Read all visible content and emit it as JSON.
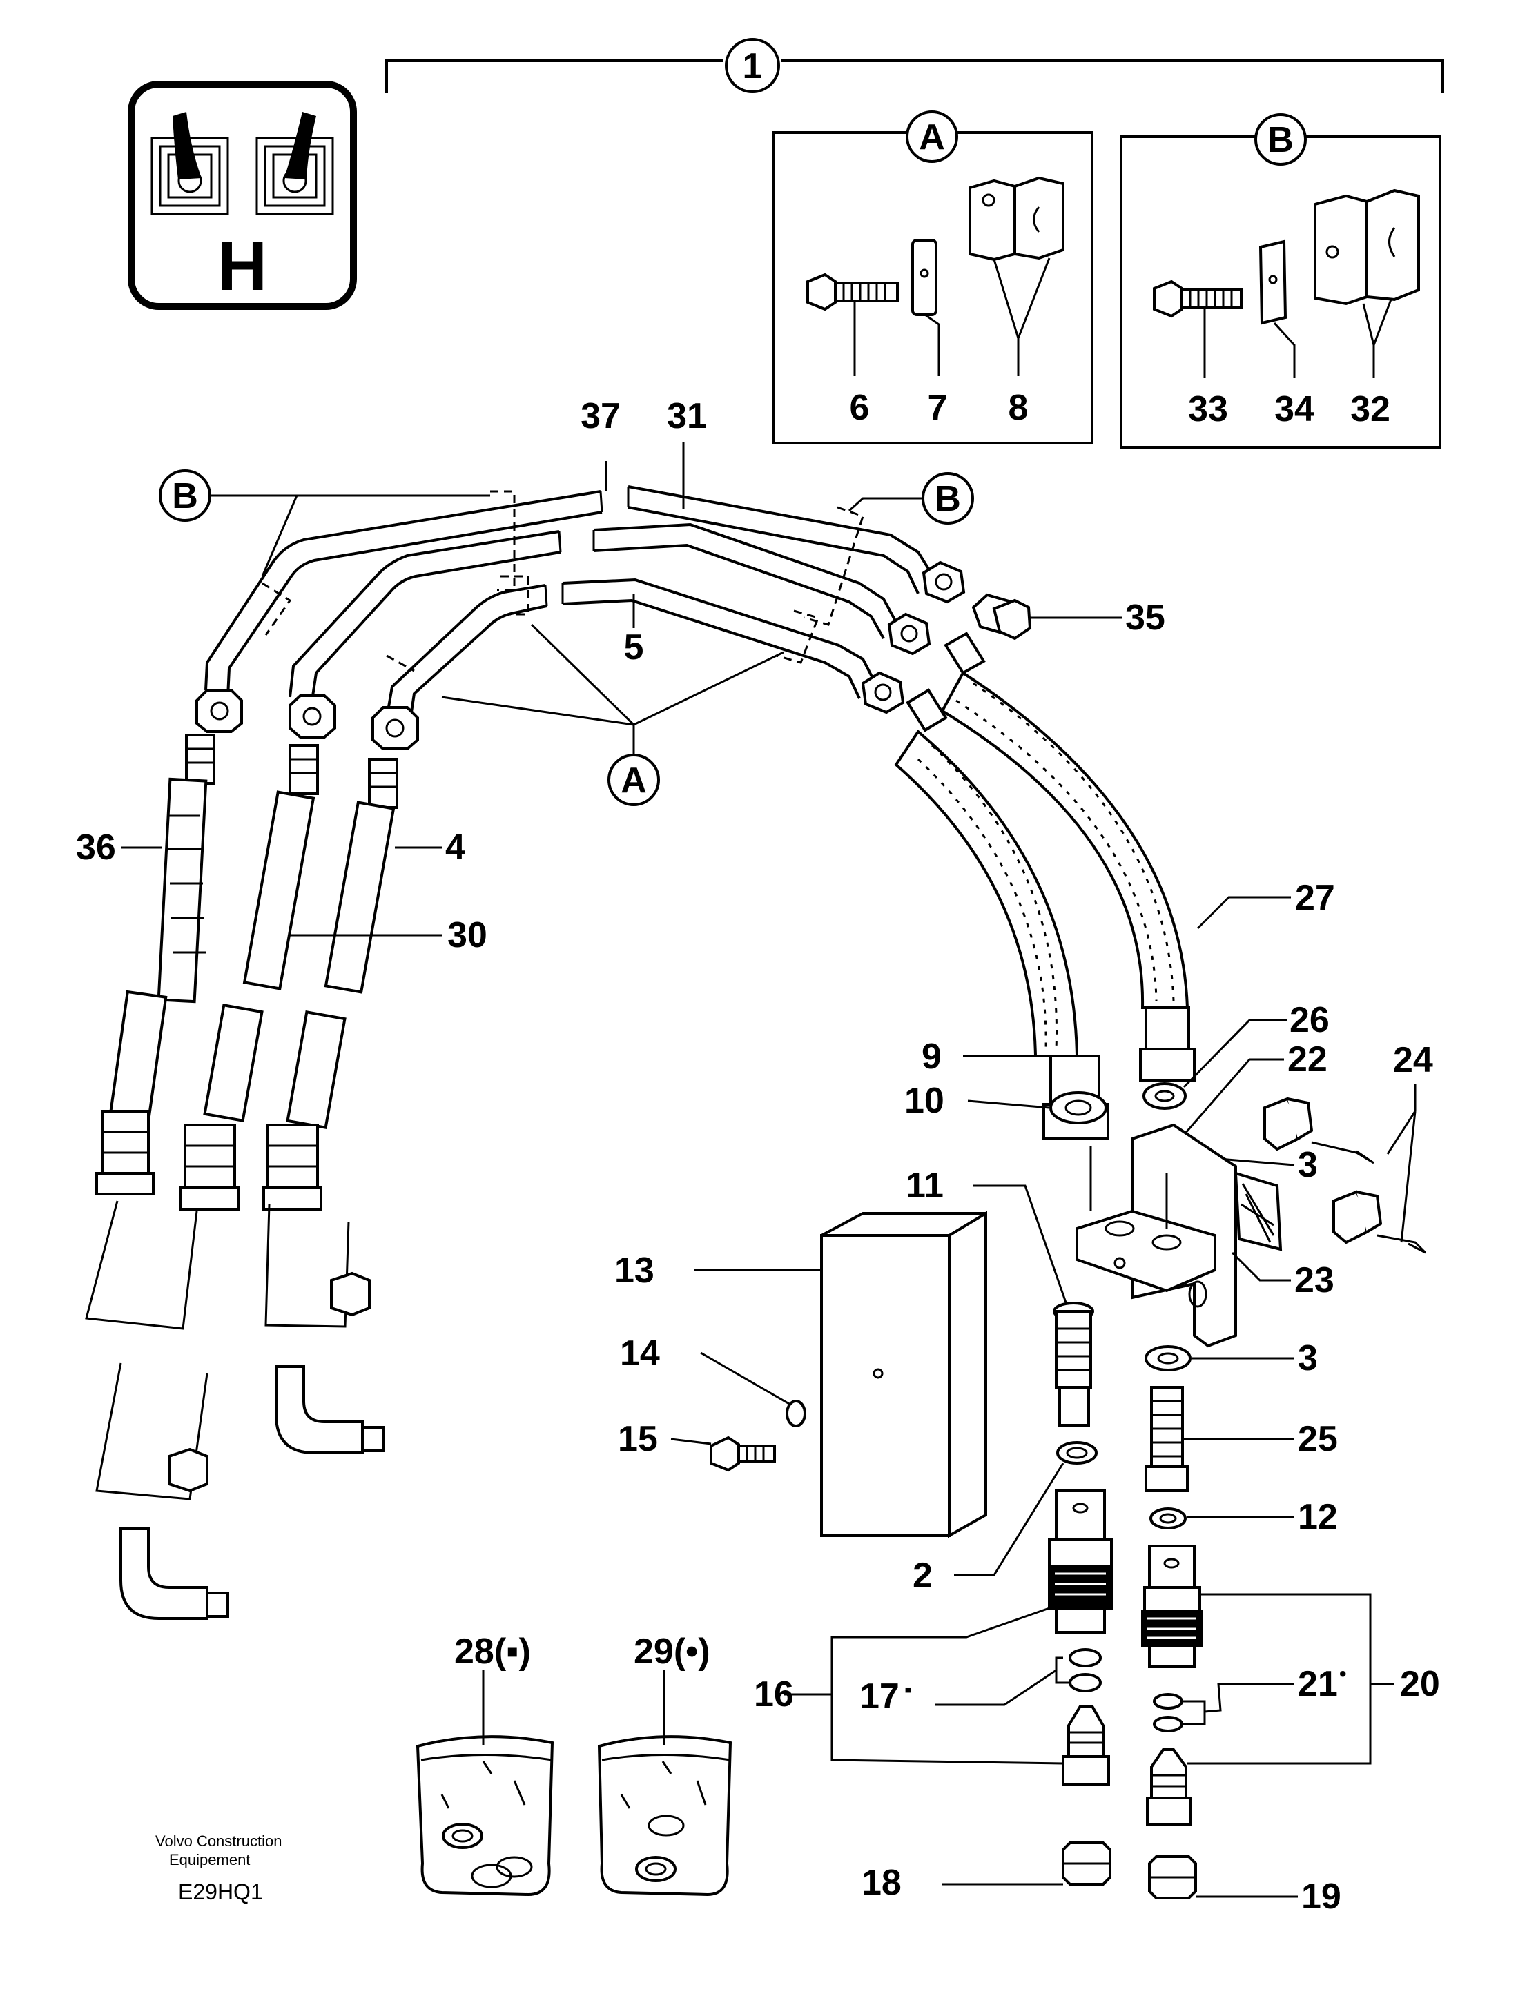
{
  "title_callout": "1",
  "operator_symbol": {
    "letter": "H",
    "icon": "dual-joystick-icon"
  },
  "detail_a": {
    "letter": "A",
    "labels": [
      "6",
      "7",
      "8"
    ]
  },
  "detail_b": {
    "letter": "B",
    "labels": [
      "33",
      "34",
      "32"
    ]
  },
  "callouts": {
    "c37": "37",
    "c31": "31",
    "c5": "5",
    "c35": "35",
    "c36": "36",
    "c4": "4",
    "c30": "30",
    "c27": "27",
    "c9": "9",
    "c26": "26",
    "c22": "22",
    "c24": "24",
    "c10": "10",
    "c3a": "3",
    "c23": "23",
    "c11": "11",
    "c13": "13",
    "c3b": "3",
    "c14": "14",
    "c15": "15",
    "c25": "25",
    "c12": "12",
    "c2": "2",
    "c16": "16",
    "c17": "17",
    "c21": "21",
    "c20": "20",
    "c18": "18",
    "c19": "19",
    "c28": "28(▪)",
    "c29": "29(•)",
    "bubble_b_left": "B",
    "bubble_b_right": "B",
    "bubble_a": "A",
    "marker_17": "▪",
    "marker_21": "•"
  },
  "footer": {
    "company_line1": "Volvo Construction",
    "company_line2": "Equipement",
    "code": "E29HQ1"
  }
}
